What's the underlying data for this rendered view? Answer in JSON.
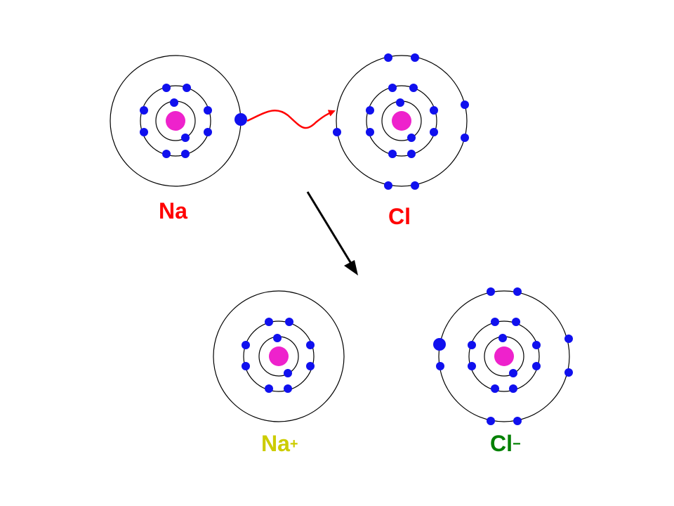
{
  "colors": {
    "background": "#ffffff",
    "nucleus": "#ee22cc",
    "electron": "#1010ee",
    "orbit": "#000000",
    "transfer_arrow": "#ff0000",
    "reaction_arrow": "#000000",
    "na_label": "#ff0000",
    "cl_label": "#ff0000",
    "na_ion_label": "#cccc00",
    "cl_ion_label": "#008000"
  },
  "atoms": {
    "na": {
      "symbol": "Na",
      "charge": "",
      "shell_electrons": [
        2,
        8,
        1
      ]
    },
    "cl": {
      "symbol": "Cl",
      "charge": "",
      "shell_electrons": [
        2,
        8,
        7
      ]
    },
    "na_ion": {
      "symbol": "Na",
      "charge": "+",
      "shell_electrons": [
        2,
        8
      ]
    },
    "cl_ion": {
      "symbol": "Cl",
      "charge": "−",
      "shell_electrons": [
        2,
        8,
        8
      ]
    }
  }
}
